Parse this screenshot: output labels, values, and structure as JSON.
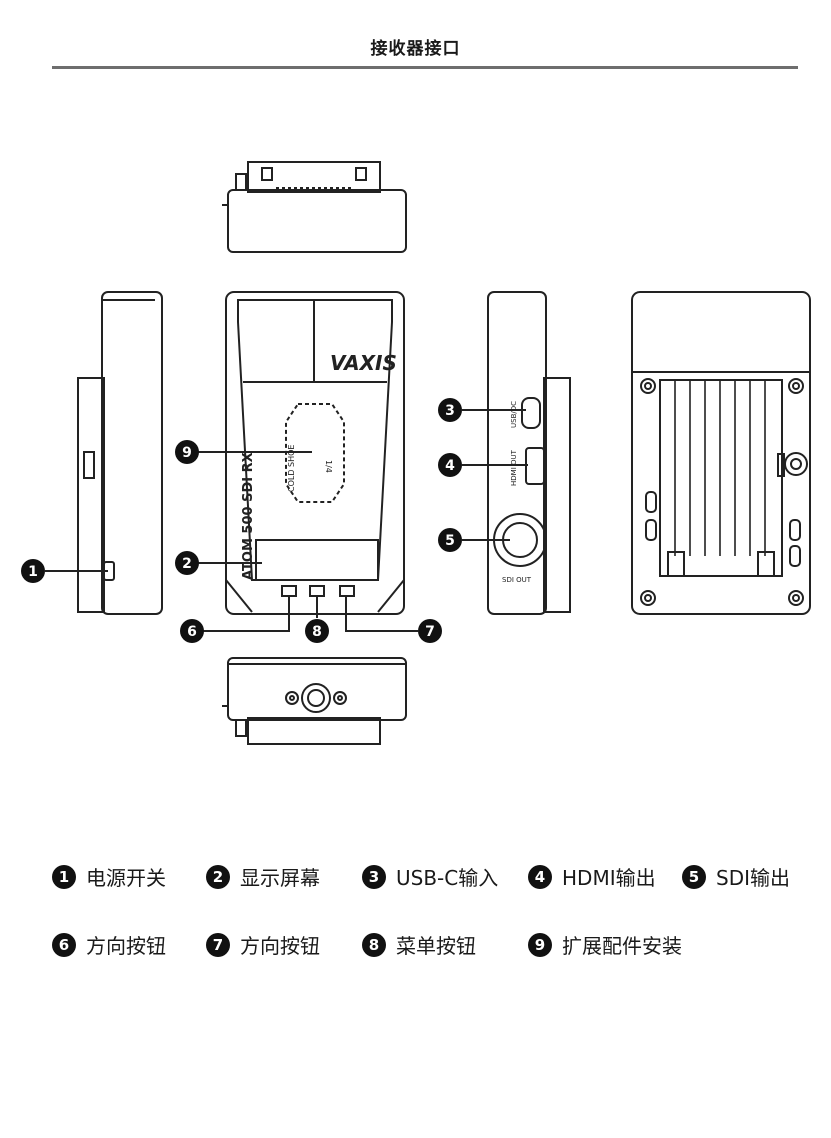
{
  "header": {
    "title": "接收器接口"
  },
  "device": {
    "brand": "VAXIS",
    "model": "ATOM 500 SDI RX",
    "cold_shoe": "COLD SHOE",
    "quarter_mount": "1/4",
    "port_usb": "USB/DC",
    "port_hdmi": "HDMI OUT",
    "port_sdi": "SDI OUT"
  },
  "callouts": [
    "1",
    "2",
    "3",
    "4",
    "5",
    "6",
    "8",
    "7",
    "9"
  ],
  "legend": {
    "row1": [
      {
        "num": "1",
        "label": "电源开关"
      },
      {
        "num": "2",
        "label": "显示屏幕"
      },
      {
        "num": "3",
        "label": "USB-C输入"
      },
      {
        "num": "4",
        "label": "HDMI输出"
      },
      {
        "num": "5",
        "label": "SDI输出"
      }
    ],
    "row2": [
      {
        "num": "6",
        "label": "方向按钮"
      },
      {
        "num": "7",
        "label": "方向按钮"
      },
      {
        "num": "8",
        "label": "菜单按钮"
      },
      {
        "num": "9",
        "label": "扩展配件安装"
      }
    ]
  }
}
